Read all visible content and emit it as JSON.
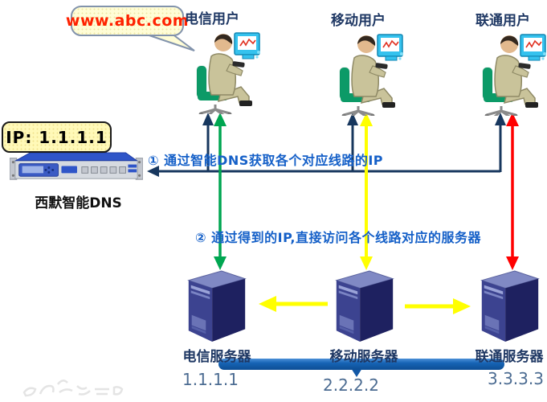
{
  "bubble": {
    "text": "www.abc.com"
  },
  "users": [
    {
      "label": "电信用户"
    },
    {
      "label": "移动用户"
    },
    {
      "label": "联通用户"
    }
  ],
  "dns": {
    "ip_label": "IP: 1.1.1.1",
    "name": "西默智能DNS"
  },
  "steps": {
    "step1": "① 通过智能DNS获取各个对应线路的IP",
    "step2": "② 通过得到的IP,直接访问各个线路对应的服务器"
  },
  "servers": [
    {
      "name": "电信服务器",
      "ip": "1.1.1.1"
    },
    {
      "name": "移动服务器",
      "ip": "2.2.2.2"
    },
    {
      "name": "联通服务器",
      "ip": "3.3.3.3"
    }
  ],
  "colors": {
    "navy": "#17375E",
    "green": "#00A651",
    "yellow": "#FFFF00",
    "red": "#FF0000",
    "step_text": "#1560C8",
    "label": "#1F3864",
    "bubble_text": "#FF2200",
    "bubble_bg": "#FFFDD6",
    "ip_box_bg": "#FFF9B8",
    "bar": "#1663B4",
    "ip_text": "#4C6C92",
    "server_top": "#8089C4",
    "server_front": "#3C4390",
    "server_side": "#1E2160"
  }
}
